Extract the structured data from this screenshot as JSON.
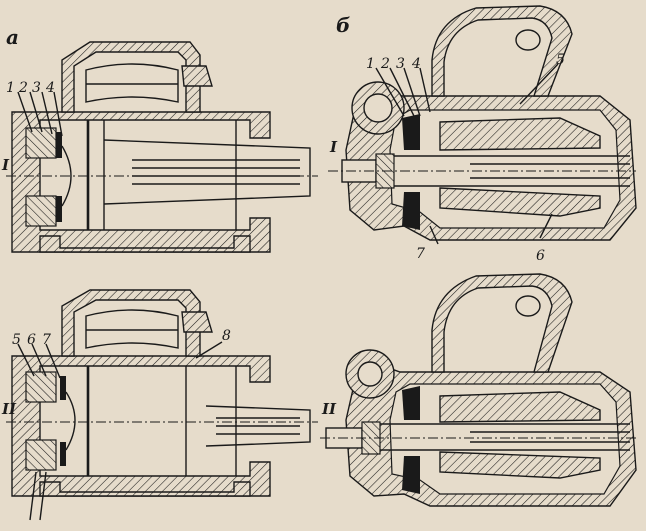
{
  "panels": {
    "a": {
      "tag": "a"
    },
    "b": {
      "tag": "б"
    }
  },
  "views": {
    "top_left": {
      "section": "I",
      "callouts": [
        "1",
        "2",
        "3",
        "4"
      ]
    },
    "top_right": {
      "section": "I",
      "callouts": [
        "1",
        "2",
        "3",
        "4",
        "5",
        "6",
        "7"
      ]
    },
    "bottom_left": {
      "section": "II",
      "callouts": [
        "5",
        "6",
        "7",
        "8"
      ]
    },
    "bottom_right": {
      "section": "II"
    }
  },
  "colors": {
    "paper": "#e6dccb",
    "ink": "#1a1a1a"
  }
}
